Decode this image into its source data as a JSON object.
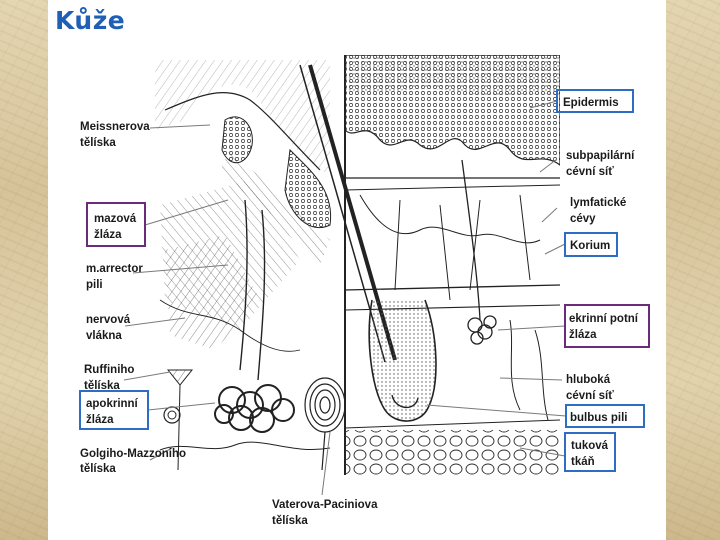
{
  "slide": {
    "title": "Kůže"
  },
  "labels": {
    "meissner_1": "Meissnerova",
    "meissner_2": "tělíska",
    "mazova_1": "mazová",
    "mazova_2": "žláza",
    "arrector_1": "m.arrector",
    "arrector_2": "pili",
    "nervova_1": "nervová",
    "nervova_2": "vlákna",
    "ruffini_1": "Ruffiniho",
    "ruffini_2": "tělíska",
    "apokrinni_1": "apokrinní",
    "apokrinni_2": "žláza",
    "golgi_1": "Golgiho-Mazzoniho",
    "golgi_2": "tělíska",
    "vater_1": "Vaterova-Paciniova",
    "vater_2": "tělíska",
    "epidermis": "Epidermis",
    "subpap_1": "subpapilární",
    "subpap_2": "cévní síť",
    "lymf_1": "lymfatické",
    "lymf_2": "cévy",
    "korium": "Korium",
    "ekrinni_1": "ekrinní potní",
    "ekrinni_2": "žláza",
    "hluboka_1": "hluboká",
    "hluboka_2": "cévní síť",
    "bulbus": "bulbus pili",
    "tukova_1": "tuková",
    "tukova_2": "tkáň"
  },
  "colors": {
    "title": "#1f5fb5",
    "box_blue": "#2f6cc4",
    "box_purple": "#6b2a7a",
    "band": "#dccaa0",
    "ink": "#1a1a1a"
  }
}
